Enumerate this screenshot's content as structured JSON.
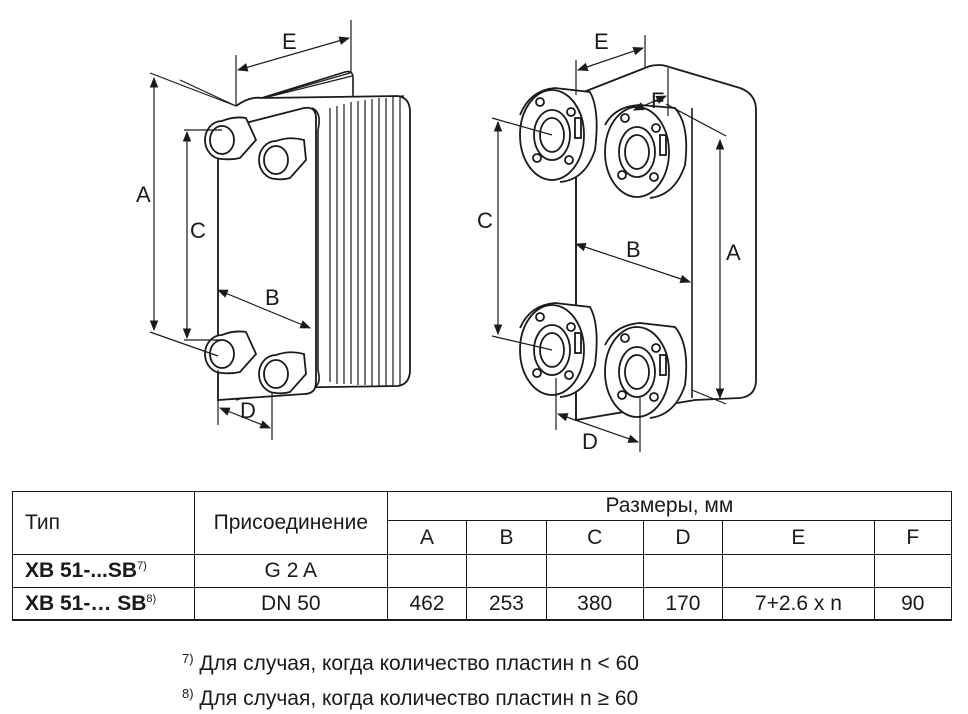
{
  "figure": {
    "left_view_labels": {
      "A": "A",
      "B": "B",
      "C": "C",
      "D": "D",
      "E": "E"
    },
    "right_view_labels": {
      "A": "A",
      "B": "B",
      "C": "C",
      "D": "D",
      "E": "E",
      "F": "F"
    }
  },
  "table": {
    "header": {
      "type": "Тип",
      "connection": "Присоединение",
      "dimensions": "Размеры, мм",
      "columns": [
        "A",
        "B",
        "C",
        "D",
        "E",
        "F"
      ]
    },
    "rows": [
      {
        "model": "XB 51-...SB",
        "note_ref": "7)",
        "connection": "G 2 A",
        "values": [
          "",
          "",
          "",
          "",
          "",
          ""
        ]
      },
      {
        "model": "XB 51-… SB",
        "note_ref": "8)",
        "connection": "DN 50",
        "values": [
          "462",
          "253",
          "380",
          "170",
          "7+2.6 x n",
          "90"
        ]
      }
    ]
  },
  "footnotes": [
    {
      "ref": "7)",
      "text": "Для случая, когда количество пластин n < 60"
    },
    {
      "ref": "8)",
      "text": "Для случая, когда количество пластин n ≥ 60"
    }
  ]
}
